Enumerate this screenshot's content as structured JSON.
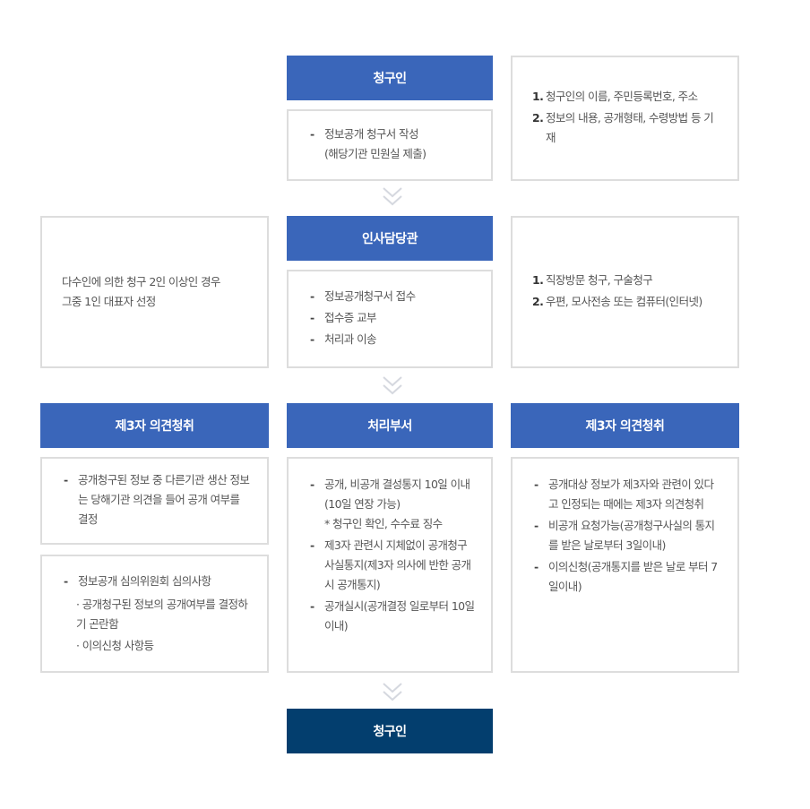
{
  "flow": {
    "step1": {
      "header": "청구인",
      "items": [
        "정보공개 청구서 작성\n(해당기관 민원실 제출)"
      ],
      "item_lines": [
        "정보공개 청구서 작성",
        "(해당기관 민원실 제출)"
      ],
      "side_right": {
        "items": [
          {
            "num": "1.",
            "text": "청구인의 이름, 주민등록번호, 주소"
          },
          {
            "num": "2.",
            "text": "정보의 내용, 공개형태, 수령방법 등 기재"
          }
        ]
      }
    },
    "step2": {
      "header": "인사담당관",
      "items": [
        "정보공개청구서 접수",
        "접수증 교부",
        "처리과 이송"
      ],
      "side_left": {
        "lines": [
          "다수인에 의한 청구 2인 이상인 경우",
          "그중 1인 대표자 선정"
        ]
      },
      "side_right": {
        "items": [
          {
            "num": "1.",
            "text": "직장방문 청구, 구술청구"
          },
          {
            "num": "2.",
            "text": "우편, 모사전송 또는 컴퓨터(인터넷)"
          }
        ]
      }
    },
    "step3": {
      "left": {
        "header": "제3자 의견청취",
        "box1_items": [
          "공개청구된 정보 중 다른기관 생산 정보는 당해기관 의견을 들어 공개 여부를 결정"
        ],
        "box2_item": "정보공개 심의위원회 심의사항",
        "box2_subitems": [
          "· 공개청구된 정보의 공개여부를 결정하기 곤란함",
          "· 이의신청 사항등"
        ]
      },
      "center": {
        "header": "처리부서",
        "items": [
          "공개, 비공개 결성통지 10일 이내(10일 연장 가능)",
          "제3자 관련시 지체없이 공개청구 사실통지(제3자 의사에 반한 공개시 공개통지)",
          "공개실시(공개결정 일로부터 10일 이내)"
        ],
        "note": "* 청구인 확인, 수수료 징수"
      },
      "right": {
        "header": "제3자 의견청취",
        "items": [
          "공개대상 정보가 제3자와 관련이 있다고 인정되는 때에는 제3자 의견청취",
          "비공개 요청가능(공개청구사실의 통지를 받은 날로부터 3일이내)",
          "이의신청(공개통지를 받은 날로 부터 7일이내)"
        ]
      }
    },
    "step4": {
      "header": "청구인"
    }
  },
  "colors": {
    "header_blue": "#3a66ba",
    "header_navy": "#033e6e",
    "border": "#dddddd",
    "text": "#555555",
    "chevron": "#d5d8df"
  },
  "icons": {
    "arrow": "double-chevron-down-icon"
  }
}
